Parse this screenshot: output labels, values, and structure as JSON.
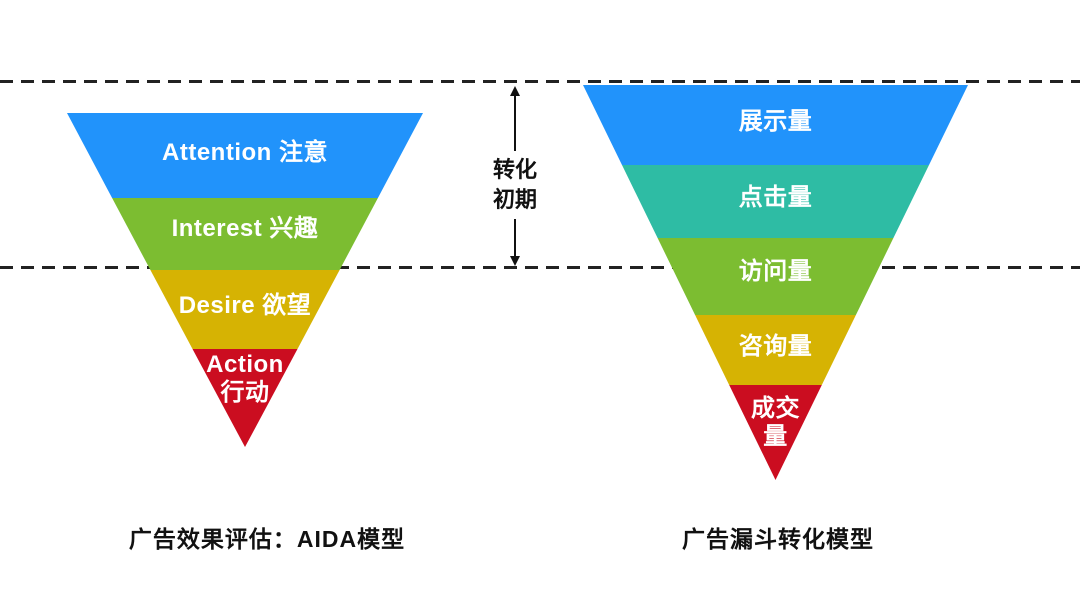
{
  "page": {
    "background_color": "#ffffff",
    "guide_dash_color": "#222222"
  },
  "middle_annotation": {
    "label": "转化\n初期"
  },
  "left_funnel": {
    "caption": "广告效果评估：AIDA模型",
    "layers": [
      {
        "label": "Attention 注意",
        "color": "#2193FB"
      },
      {
        "label": "Interest 兴趣",
        "color": "#7CBD31"
      },
      {
        "label": "Desire 欲望",
        "color": "#D6B303"
      },
      {
        "label": "Action\n行动",
        "color": "#CB0D20"
      }
    ]
  },
  "right_funnel": {
    "caption": "广告漏斗转化模型",
    "layers": [
      {
        "label": "展示量",
        "color": "#2193FB"
      },
      {
        "label": "点击量",
        "color": "#2EBCA4"
      },
      {
        "label": "访问量",
        "color": "#7CBD31"
      },
      {
        "label": "咨询量",
        "color": "#D6B303"
      },
      {
        "label": "成交\n量",
        "color": "#CB0D20"
      }
    ]
  }
}
